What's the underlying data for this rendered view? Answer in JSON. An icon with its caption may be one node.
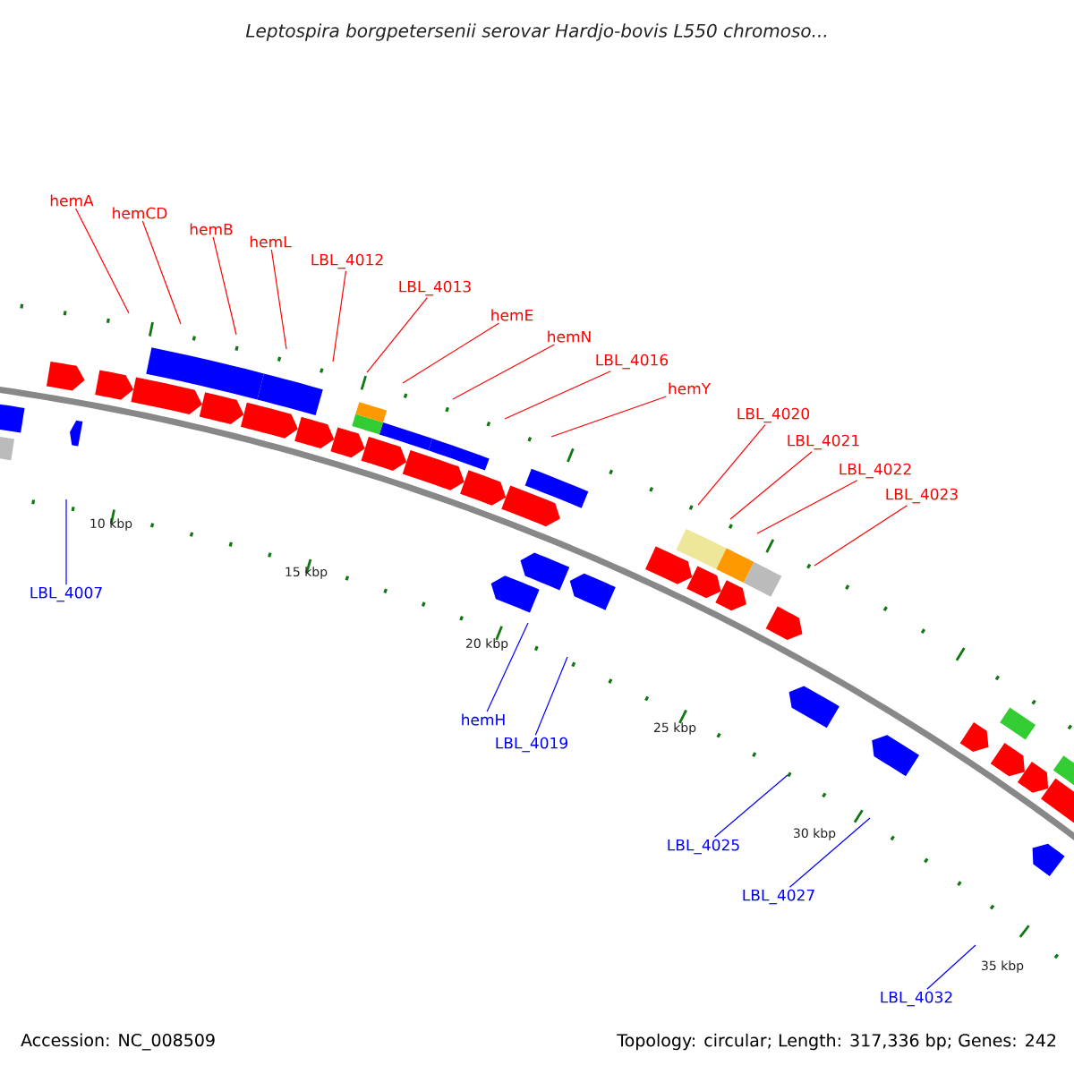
{
  "diagram": {
    "title": "Leptospira borgpetersenii serovar Hardjo-bovis L550 chromoso...",
    "nodes": [
      {
        "text": [
          "hemA"
        ]
      },
      {
        "text": [
          "hemCD"
        ]
      },
      {
        "text": [
          "hemB"
        ]
      },
      {
        "text": [
          "hemL"
        ]
      },
      {
        "text": [
          "LBL_4012"
        ]
      },
      {
        "text": [
          "LBL_4013"
        ]
      },
      {
        "text": [
          "hemE"
        ]
      },
      {
        "text": [
          "hemN"
        ]
      },
      {
        "text": [
          "LBL_4016"
        ]
      },
      {
        "text": [
          "hemY"
        ]
      },
      {
        "text": [
          "LBL_4020"
        ]
      },
      {
        "text": [
          "LBL_4021"
        ]
      },
      {
        "text": [
          "LBL_4022"
        ]
      },
      {
        "text": [
          "LBL_4023"
        ]
      },
      {
        "text": [
          "LBL_4007"
        ]
      },
      {
        "text": [
          "hemH"
        ]
      },
      {
        "text": [
          "LBL_4019"
        ]
      },
      {
        "text": [
          "LBL_4025"
        ]
      },
      {
        "text": [
          "LBL_4027"
        ]
      },
      {
        "text": [
          "LBL_4032"
        ]
      }
    ],
    "edges": [
      {
        "from": 0,
        "to": null,
        "arrow": "none"
      },
      {
        "from": 1,
        "to": null,
        "arrow": "none"
      },
      {
        "from": 2,
        "to": null,
        "arrow": "none"
      },
      {
        "from": 3,
        "to": null,
        "arrow": "none"
      },
      {
        "from": 4,
        "to": null,
        "arrow": "none"
      },
      {
        "from": 5,
        "to": null,
        "arrow": "none"
      },
      {
        "from": 6,
        "to": null,
        "arrow": "none"
      },
      {
        "from": 7,
        "to": null,
        "arrow": "none"
      },
      {
        "from": 8,
        "to": null,
        "arrow": "none"
      },
      {
        "from": 9,
        "to": null,
        "arrow": "none"
      },
      {
        "from": 10,
        "to": null,
        "arrow": "none"
      },
      {
        "from": 11,
        "to": null,
        "arrow": "none"
      },
      {
        "from": 12,
        "to": null,
        "arrow": "none"
      },
      {
        "from": 13,
        "to": null,
        "arrow": "none"
      },
      {
        "from": 14,
        "to": null,
        "arrow": "none",
        "color": "#0000ff"
      },
      {
        "from": 15,
        "to": null,
        "arrow": "none",
        "color": "#0000ff"
      },
      {
        "from": 16,
        "to": null,
        "arrow": "none",
        "color": "#0000ff"
      },
      {
        "from": 17,
        "to": null,
        "arrow": "none",
        "color": "#0000ff"
      },
      {
        "from": 18,
        "to": null,
        "arrow": "none",
        "color": "#0000ff"
      },
      {
        "from": 19,
        "to": null,
        "arrow": "none",
        "color": "#0000ff"
      }
    ],
    "labels": [
      "10 kbp",
      "15 kbp",
      "20 kbp",
      "25 kbp",
      "30 kbp",
      "35 kbp",
      "Accession: NC_008509",
      "Topology: circular; Length: 317,336 bp; Genes: 242"
    ]
  }
}
